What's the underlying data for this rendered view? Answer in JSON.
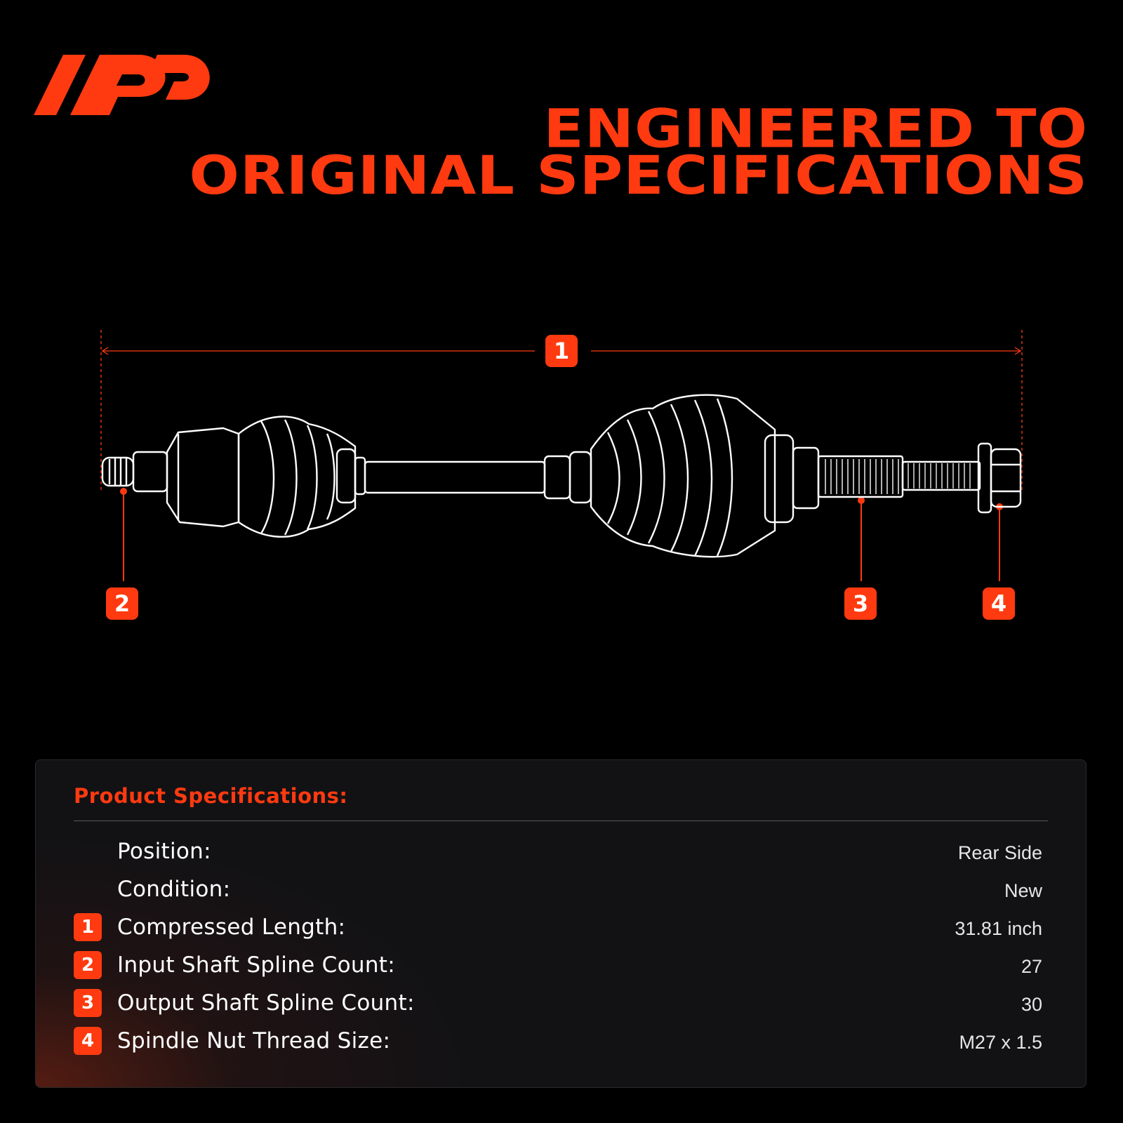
{
  "brand": {
    "accent": "#ff3a10",
    "logo_icon": "brand-logo-icon"
  },
  "headline": {
    "line1": "ENGINEERED TO",
    "line2": "ORIGINAL SPECIFICATIONS"
  },
  "diagram": {
    "callouts": [
      {
        "num": "1"
      },
      {
        "num": "2"
      },
      {
        "num": "3"
      },
      {
        "num": "4"
      }
    ]
  },
  "specs": {
    "title": "Product Specifications:",
    "rows": [
      {
        "num": "",
        "label": "Position:",
        "value": "Rear Side"
      },
      {
        "num": "",
        "label": "Condition:",
        "value": "New"
      },
      {
        "num": "1",
        "label": "Compressed Length:",
        "value": "31.81 inch"
      },
      {
        "num": "2",
        "label": "Input Shaft Spline Count:",
        "value": "27"
      },
      {
        "num": "3",
        "label": "Output Shaft Spline Count:",
        "value": "30"
      },
      {
        "num": "4",
        "label": "Spindle Nut Thread Size:",
        "value": "M27 x 1.5"
      }
    ]
  }
}
